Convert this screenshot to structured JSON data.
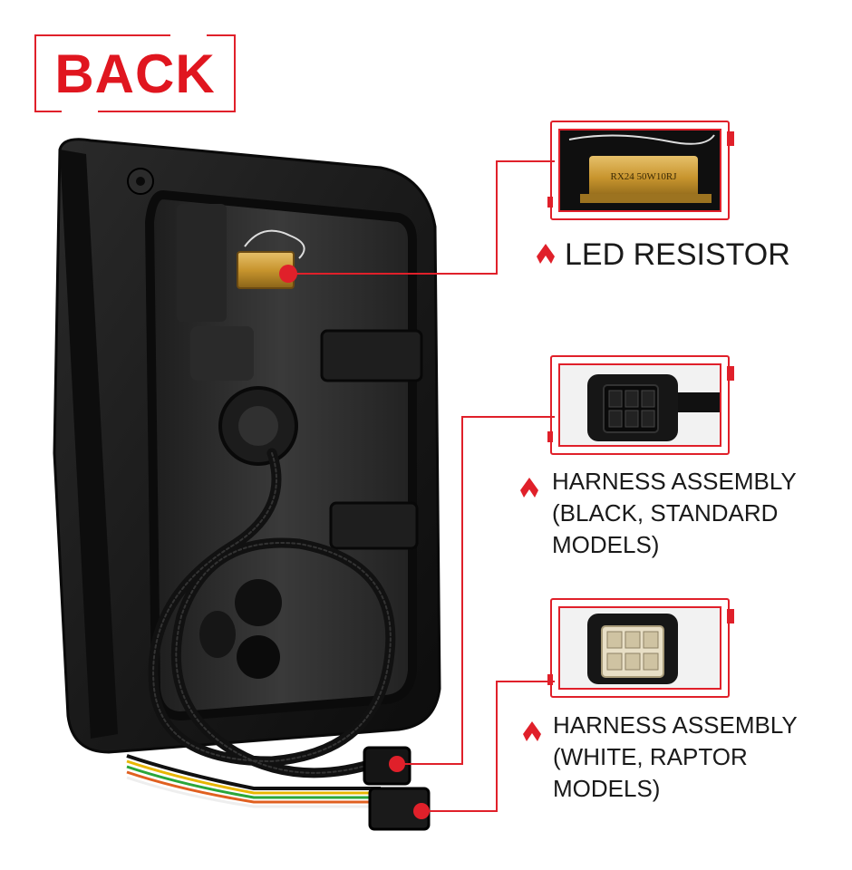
{
  "title": {
    "text": "BACK"
  },
  "callouts": [
    {
      "id": "resistor",
      "lines": [
        "LED RESISTOR"
      ],
      "photo_text": "RX24 50W10RJ"
    },
    {
      "id": "harness-black",
      "lines": [
        "HARNESS ASSEMBLY",
        "(BLACK, STANDARD",
        "MODELS)"
      ]
    },
    {
      "id": "harness-white",
      "lines": [
        "HARNESS ASSEMBLY",
        "(WHITE, RAPTOR",
        "MODELS)"
      ]
    }
  ],
  "colors": {
    "accent": "#e0202a",
    "housing": "#141414",
    "resistor": "#c89a3a",
    "connector_white": "#e8dfc6"
  },
  "icons": [
    "caret-up-icon"
  ]
}
